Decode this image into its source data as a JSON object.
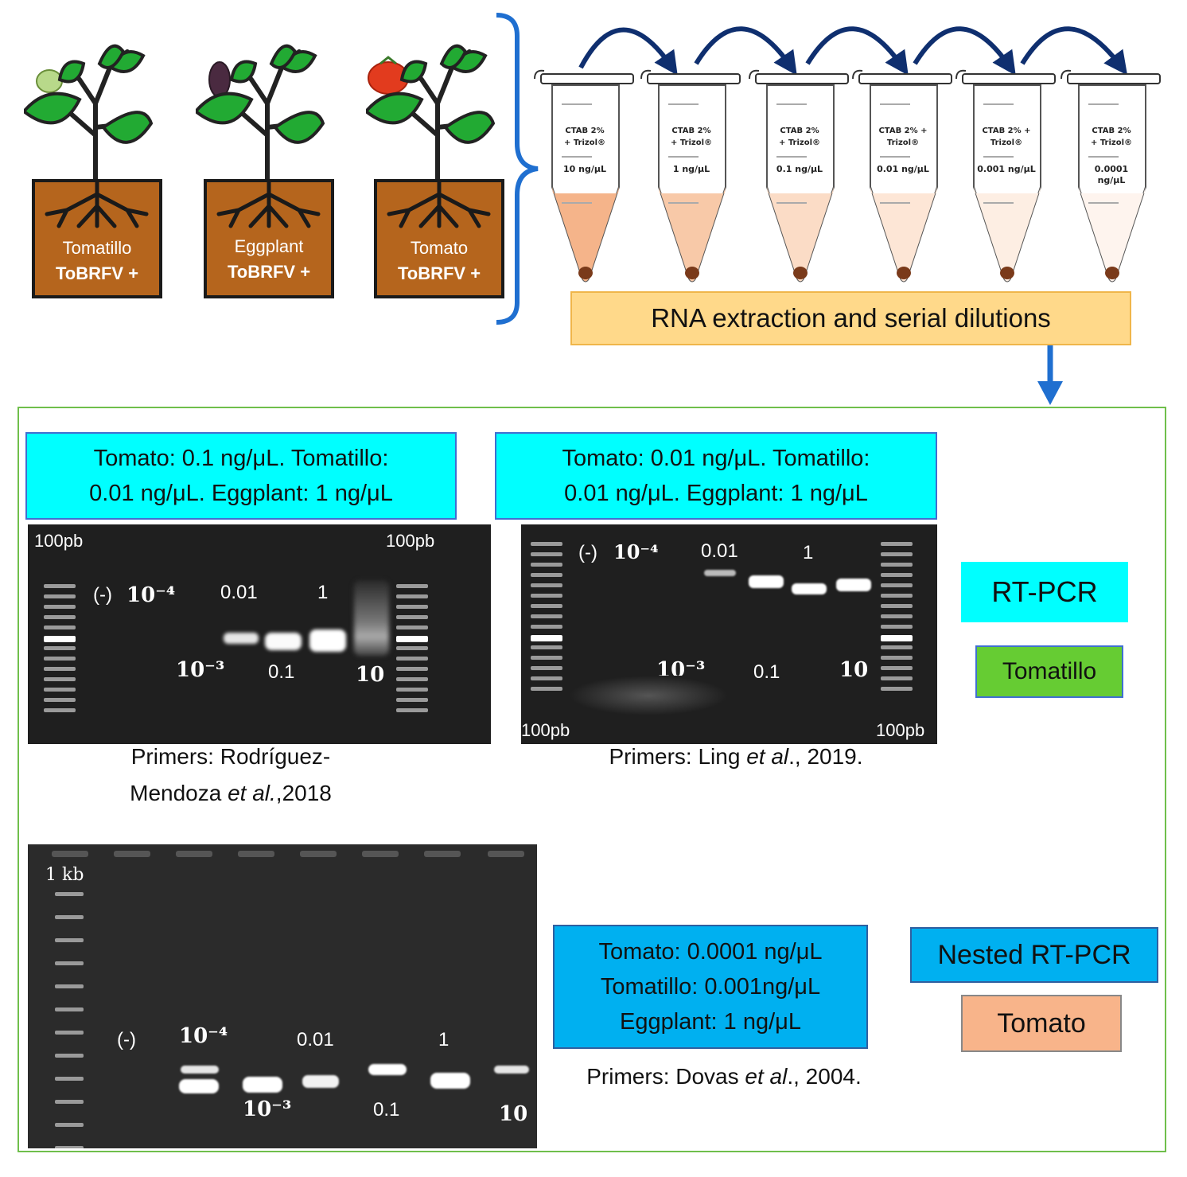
{
  "plants": [
    {
      "name": "Tomatillo",
      "status": "ToBRFV +"
    },
    {
      "name": "Eggplant",
      "status": "ToBRFV +"
    },
    {
      "name": "Tomato",
      "status": "ToBRFV +"
    }
  ],
  "tubes": [
    {
      "line1": "CTAB 2%",
      "line2": "+ Trizol®",
      "conc": "10 ng/μL",
      "fill": "#f5b48a"
    },
    {
      "line1": "CTAB 2%",
      "line2": "+ Trizol®",
      "conc": "1 ng/μL",
      "fill": "#f8c9a8"
    },
    {
      "line1": "CTAB 2%",
      "line2": "+ Trizol®",
      "conc": "0.1 ng/μL",
      "fill": "#fbdcc6"
    },
    {
      "line1": "CTAB 2% +",
      "line2": "Trizol®",
      "conc": "0.01 ng/μL",
      "fill": "#fde6d6"
    },
    {
      "line1": "CTAB 2% +",
      "line2": "Trizol®",
      "conc": "0.001 ng/μL",
      "fill": "#fdeee3"
    },
    {
      "line1": "CTAB 2%",
      "line2": "+ Trizol®",
      "conc": "0.0001",
      "conc2": "ng/μL",
      "fill": "#fef4ee"
    }
  ],
  "rna_label": "RNA extraction and serial dilutions",
  "gel1": {
    "header_line1": "Tomato: 0.1 ng/μL. Tomatillo:",
    "header_line2": "0.01 ng/μL. Eggplant: 1 ng/μL",
    "marker_left": "100pb",
    "marker_right": "100pb",
    "top_labels": [
      "(-)",
      "10⁻⁴",
      "0.01",
      "1"
    ],
    "bottom_labels": [
      "10⁻³",
      "0.1",
      "10"
    ],
    "caption_line1": "Primers: Rodríguez-",
    "caption_line2a": "Mendoza ",
    "caption_line2b": "et al.",
    "caption_line2c": ",2018"
  },
  "gel2": {
    "header_line1": "Tomato: 0.01  ng/μL. Tomatillo:",
    "header_line2": "0.01  ng/μL. Eggplant: 1 ng/μL",
    "marker_left": "100pb",
    "marker_right": "100pb",
    "top_labels": [
      "(-)",
      "10⁻⁴",
      "0.01",
      "1"
    ],
    "bottom_labels": [
      "10⁻³",
      "0.1",
      "10"
    ],
    "caption_a": "Primers: Ling ",
    "caption_b": "et al",
    "caption_c": "., 2019."
  },
  "gel3": {
    "header_line1": "Tomato: 0.0001 ng/μL",
    "header_line2": "Tomatillo: 0.001ng/μL",
    "header_line3": "Eggplant: 1 ng/μL",
    "marker": "1 kb",
    "top_labels": [
      "(-)",
      "10⁻⁴",
      "0.01",
      "1"
    ],
    "bottom_labels": [
      "10⁻³",
      "0.1",
      "10"
    ],
    "caption_a": "Primers: Dovas ",
    "caption_b": "et al",
    "caption_c": "., 2004."
  },
  "legend": {
    "rtpcr": "RT-PCR",
    "tomatillo": "Tomatillo",
    "nested": "Nested RT-PCR",
    "tomato": "Tomato",
    "colors": {
      "cyan": "#00ffff",
      "blue": "#00b0f0",
      "green": "#66cc33",
      "peach": "#f8b48a"
    }
  }
}
